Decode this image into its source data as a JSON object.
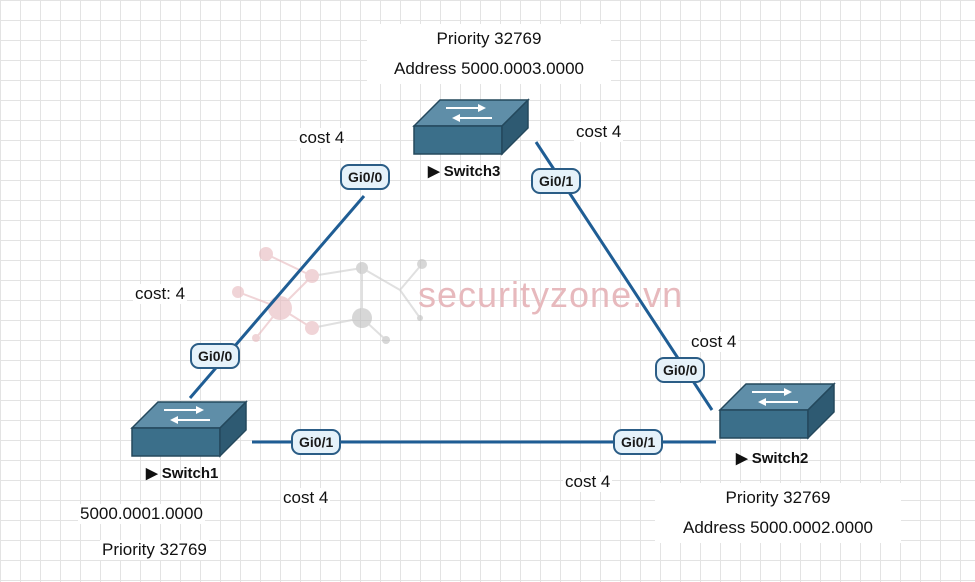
{
  "switches": [
    {
      "name": "Switch3",
      "priority": "Priority 32769",
      "address": "Address 5000.0003.0000"
    },
    {
      "name": "Switch2",
      "priority": "Priority 32769",
      "address": "Address 5000.0002.0000"
    },
    {
      "name": "Switch1",
      "priority": "Priority 32769",
      "address": "5000.0001.0000"
    }
  ],
  "costs": {
    "s3_left": "cost 4",
    "s3_right": "cost 4",
    "s1_upper": "cost: 4",
    "s2_upper": "cost 4",
    "bottom_left": "cost 4",
    "bottom_right": "cost 4"
  },
  "ports": {
    "s3_left": "Gi0/0",
    "s3_right": "Gi0/1",
    "s1_up": "Gi0/0",
    "s1_right": "Gi0/1",
    "s2_up": "Gi0/0",
    "s2_left": "Gi0/1"
  },
  "watermark": "securityzone.vn",
  "colors": {
    "link": "#1f5d94",
    "switch_body": "#3b6f8a",
    "port_border": "#2b5d86"
  }
}
